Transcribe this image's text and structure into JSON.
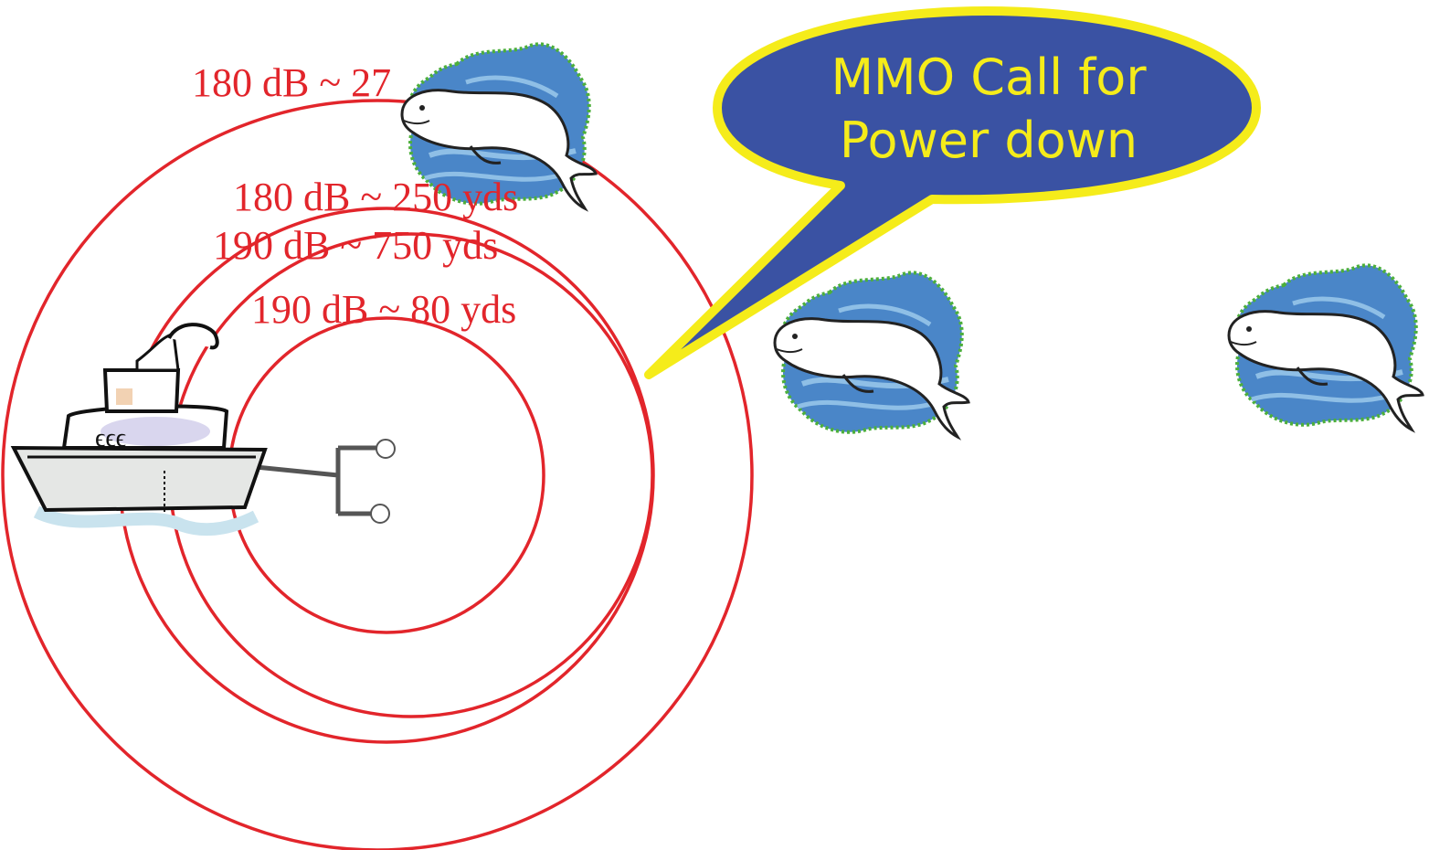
{
  "colors": {
    "ring": "#e2252b",
    "callout_fill": "#3a52a3",
    "callout_border": "#f5ec1a",
    "callout_text": "#f5ec1a",
    "water_blue": "#4a86c8",
    "water_light": "#8fbfe6",
    "water_edge": "#4caf3b",
    "hydrophone_line": "#555555"
  },
  "rings": [
    {
      "id": "ring-1",
      "label": "190 dB ~ 80 yds"
    },
    {
      "id": "ring-2",
      "label": "190 dB ~ 750 yds"
    },
    {
      "id": "ring-3",
      "label": "180 dB ~ 250 yds"
    },
    {
      "id": "ring-4",
      "label": "180 dB ~ 27"
    }
  ],
  "callout": {
    "line1": "MMO Call for",
    "line2": "Power down"
  },
  "icons": {
    "vessel": "ship-icon",
    "whale": "beluga-whale-icon",
    "array": "hydrophone-array-icon"
  }
}
